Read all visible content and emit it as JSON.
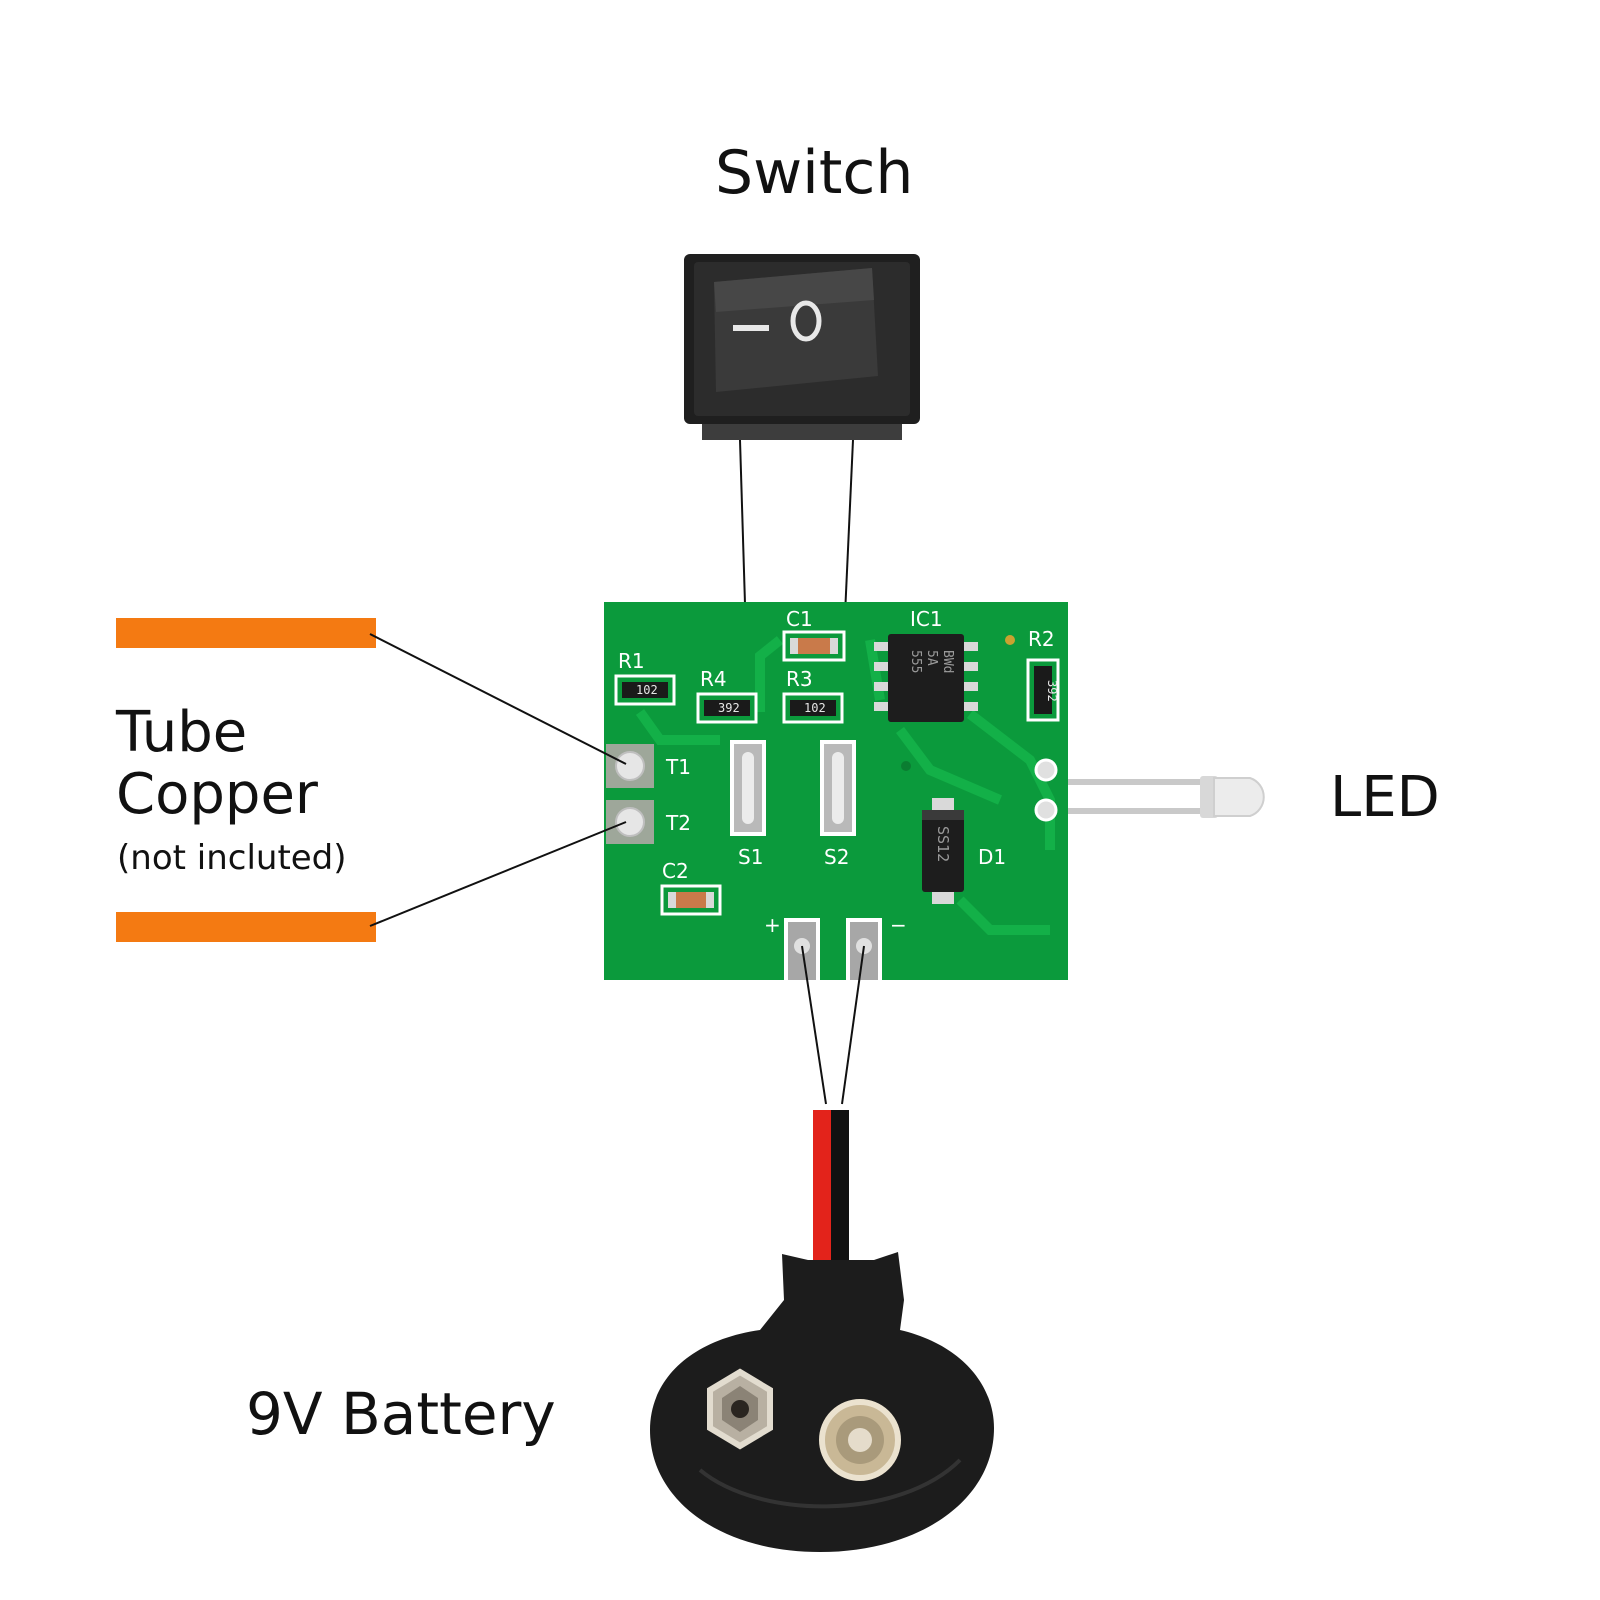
{
  "labels": {
    "switch": "Switch",
    "led": "LED",
    "tube_line1": "Tube",
    "tube_line2": "Copper",
    "tube_note": "(not inclu​ted)",
    "battery": "9V Battery"
  },
  "pcb": {
    "silkscreen": {
      "c1": "C1",
      "ic1": "IC1",
      "r2": "R2",
      "r1": "R1",
      "r4": "R4",
      "r3": "R3",
      "t1": "T1",
      "t2": "T2",
      "s1": "S1",
      "s2": "S2",
      "c2": "C2",
      "d1": "D1",
      "plus": "+",
      "minus": "−"
    },
    "markings": {
      "r1": "102",
      "r4": "392",
      "r3": "102",
      "r2": "392",
      "ic1_line1": "555",
      "ic1_line2": "5A",
      "ic1_line3": "BWd",
      "d1": "SS12"
    }
  },
  "switch_symbols": {
    "off": "—",
    "on": "O"
  },
  "colors": {
    "pcb": "#0b9a3c",
    "pcb_trace": "#13b048",
    "silkscreen": "#ffffff",
    "copper_strip": "#f47a12",
    "wire_red": "#e3231b",
    "wire_black": "#111111",
    "switch_body": "#2a2a2a",
    "connector": "#1c1c1c"
  },
  "icons": [
    "rocker-switch-icon",
    "pcb-board-icon",
    "led-icon",
    "battery-snap-icon",
    "copper-strip-icon"
  ]
}
